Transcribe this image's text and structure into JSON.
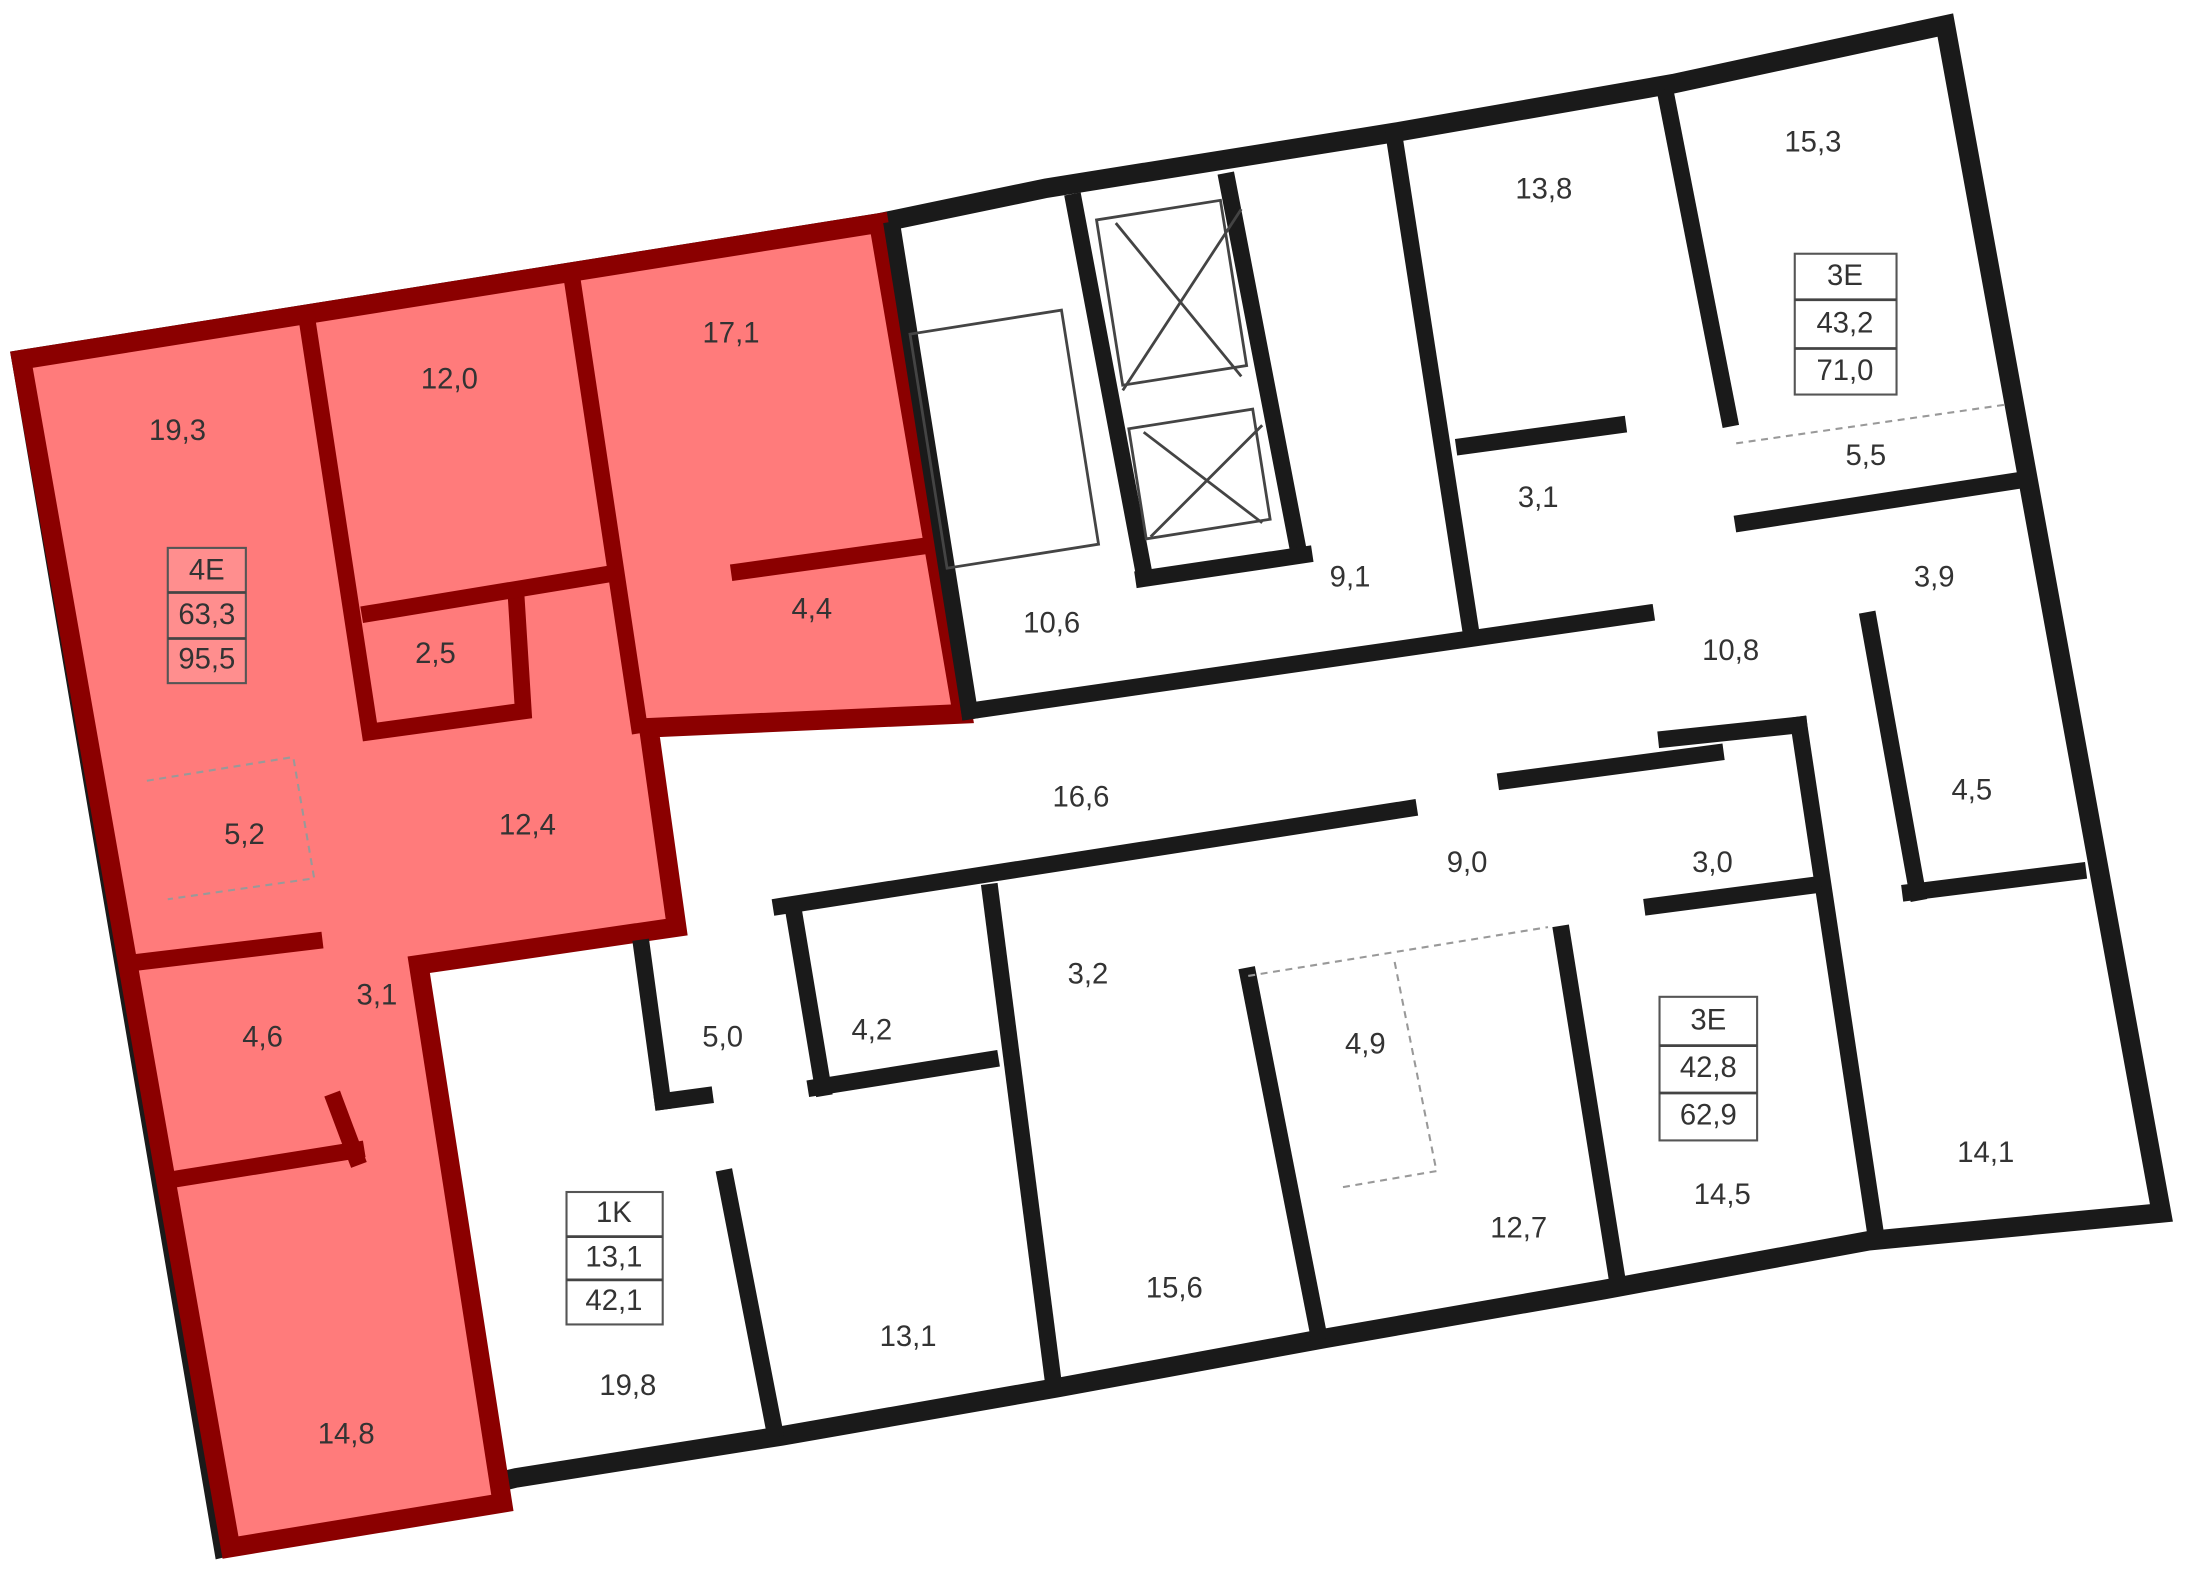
{
  "floor_plan": {
    "highlight_color": "#ff7b7b",
    "highlight_wall_color": "#8b0000",
    "apartments": [
      {
        "type": "4E",
        "living_area": "63,3",
        "total_area": "95,5",
        "highlighted": true
      },
      {
        "type": "1K",
        "living_area": "13,1",
        "total_area": "42,1",
        "highlighted": false
      },
      {
        "type": "3E",
        "living_area": "43,2",
        "total_area": "71,0",
        "highlighted": false
      },
      {
        "type": "3E",
        "living_area": "42,8",
        "total_area": "62,9",
        "highlighted": false
      }
    ],
    "rooms": [
      "19,3",
      "12,0",
      "17,1",
      "2,5",
      "4,4",
      "5,2",
      "12,4",
      "3,1",
      "4,6",
      "14,8",
      "10,6",
      "9,1",
      "13,8",
      "15,3",
      "5,5",
      "3,1",
      "3,9",
      "10,8",
      "4,5",
      "16,6",
      "9,0",
      "3,0",
      "5,0",
      "4,2",
      "3,2",
      "4,9",
      "12,7",
      "14,5",
      "14,1",
      "19,8",
      "13,1",
      "15,6"
    ]
  }
}
